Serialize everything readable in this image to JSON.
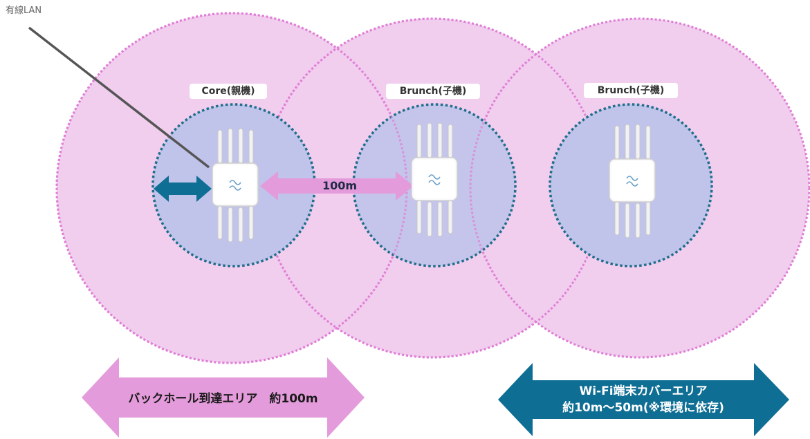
{
  "wired_label": "有線LAN",
  "nodes": [
    {
      "label": "Core(親機)"
    },
    {
      "label": "Brunch(子機)"
    },
    {
      "label": "Brunch(子機)"
    }
  ],
  "distance_label": "100m",
  "backhaul_arrow": {
    "text": "バックホール到達エリア　約100m"
  },
  "wifi_arrow": {
    "line1": "Wi-Fi端末カバーエリア",
    "line2": "約10m〜50m(※環境に依存)"
  },
  "colors": {
    "backhaul_area": "#f1cdee",
    "backhaul_border": "#e07fd6",
    "wifi_area": "#c0c3ea",
    "wifi_border": "#1f6e8c",
    "pink_arrow": "#e49bdb",
    "teal_arrow": "#0f6e94"
  }
}
